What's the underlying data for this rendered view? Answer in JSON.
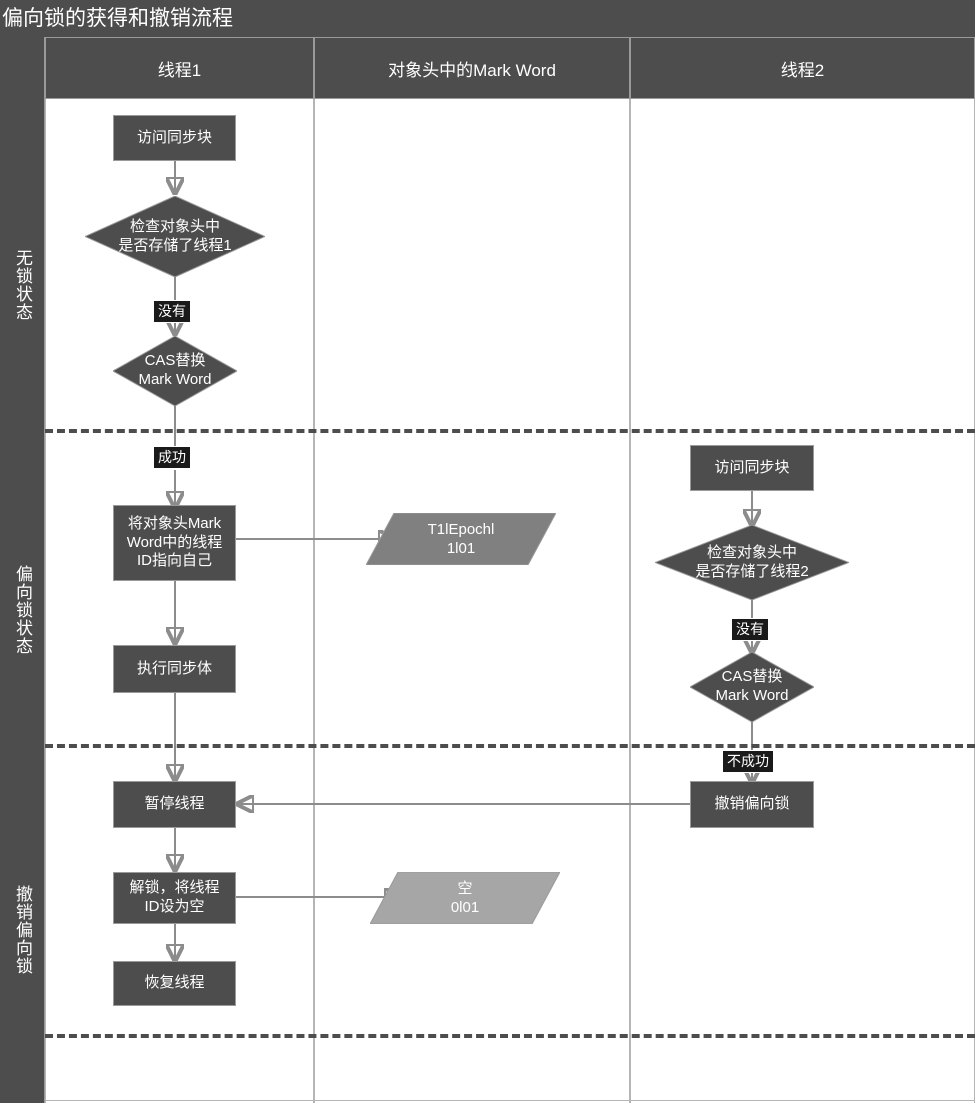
{
  "title": "偏向锁的获得和撤销流程",
  "side_labels": [
    {
      "text": "无锁状态"
    },
    {
      "text": "偏向锁状态"
    },
    {
      "text": "撤销偏向锁"
    }
  ],
  "lanes": [
    {
      "header": "线程1"
    },
    {
      "header": "对象头中的Mark Word"
    },
    {
      "header": "线程2"
    }
  ],
  "thread1": {
    "n1": "访问同步块",
    "n2": "检查对象头中\n是否存储了线程1",
    "n3": "CAS替换\nMark Word",
    "n4": "将对象头Mark\nWord中的线程\nID指向自己",
    "n5": "执行同步体",
    "n6": "暂停线程",
    "n7": "解锁，将线程\nID设为空",
    "n8": "恢复线程",
    "label_none": "没有",
    "label_success": "成功"
  },
  "markword": {
    "p1": "T1lEpochl\n1l01",
    "p2": "空\n0l01"
  },
  "thread2": {
    "n1": "访问同步块",
    "n2": "检查对象头中\n是否存储了线程2",
    "n3": "CAS替换\nMark Word",
    "n4": "撤销偏向锁",
    "label_none": "没有",
    "label_fail": "不成功"
  },
  "colors": {
    "dark": "#4d4d4d",
    "light_gray_shape": "#a6a6a6",
    "mid_gray_shape": "#808080",
    "connector": "#8c8c8c",
    "badge_bg": "#1a1a1a",
    "lane_border": "#b5b5b5"
  }
}
